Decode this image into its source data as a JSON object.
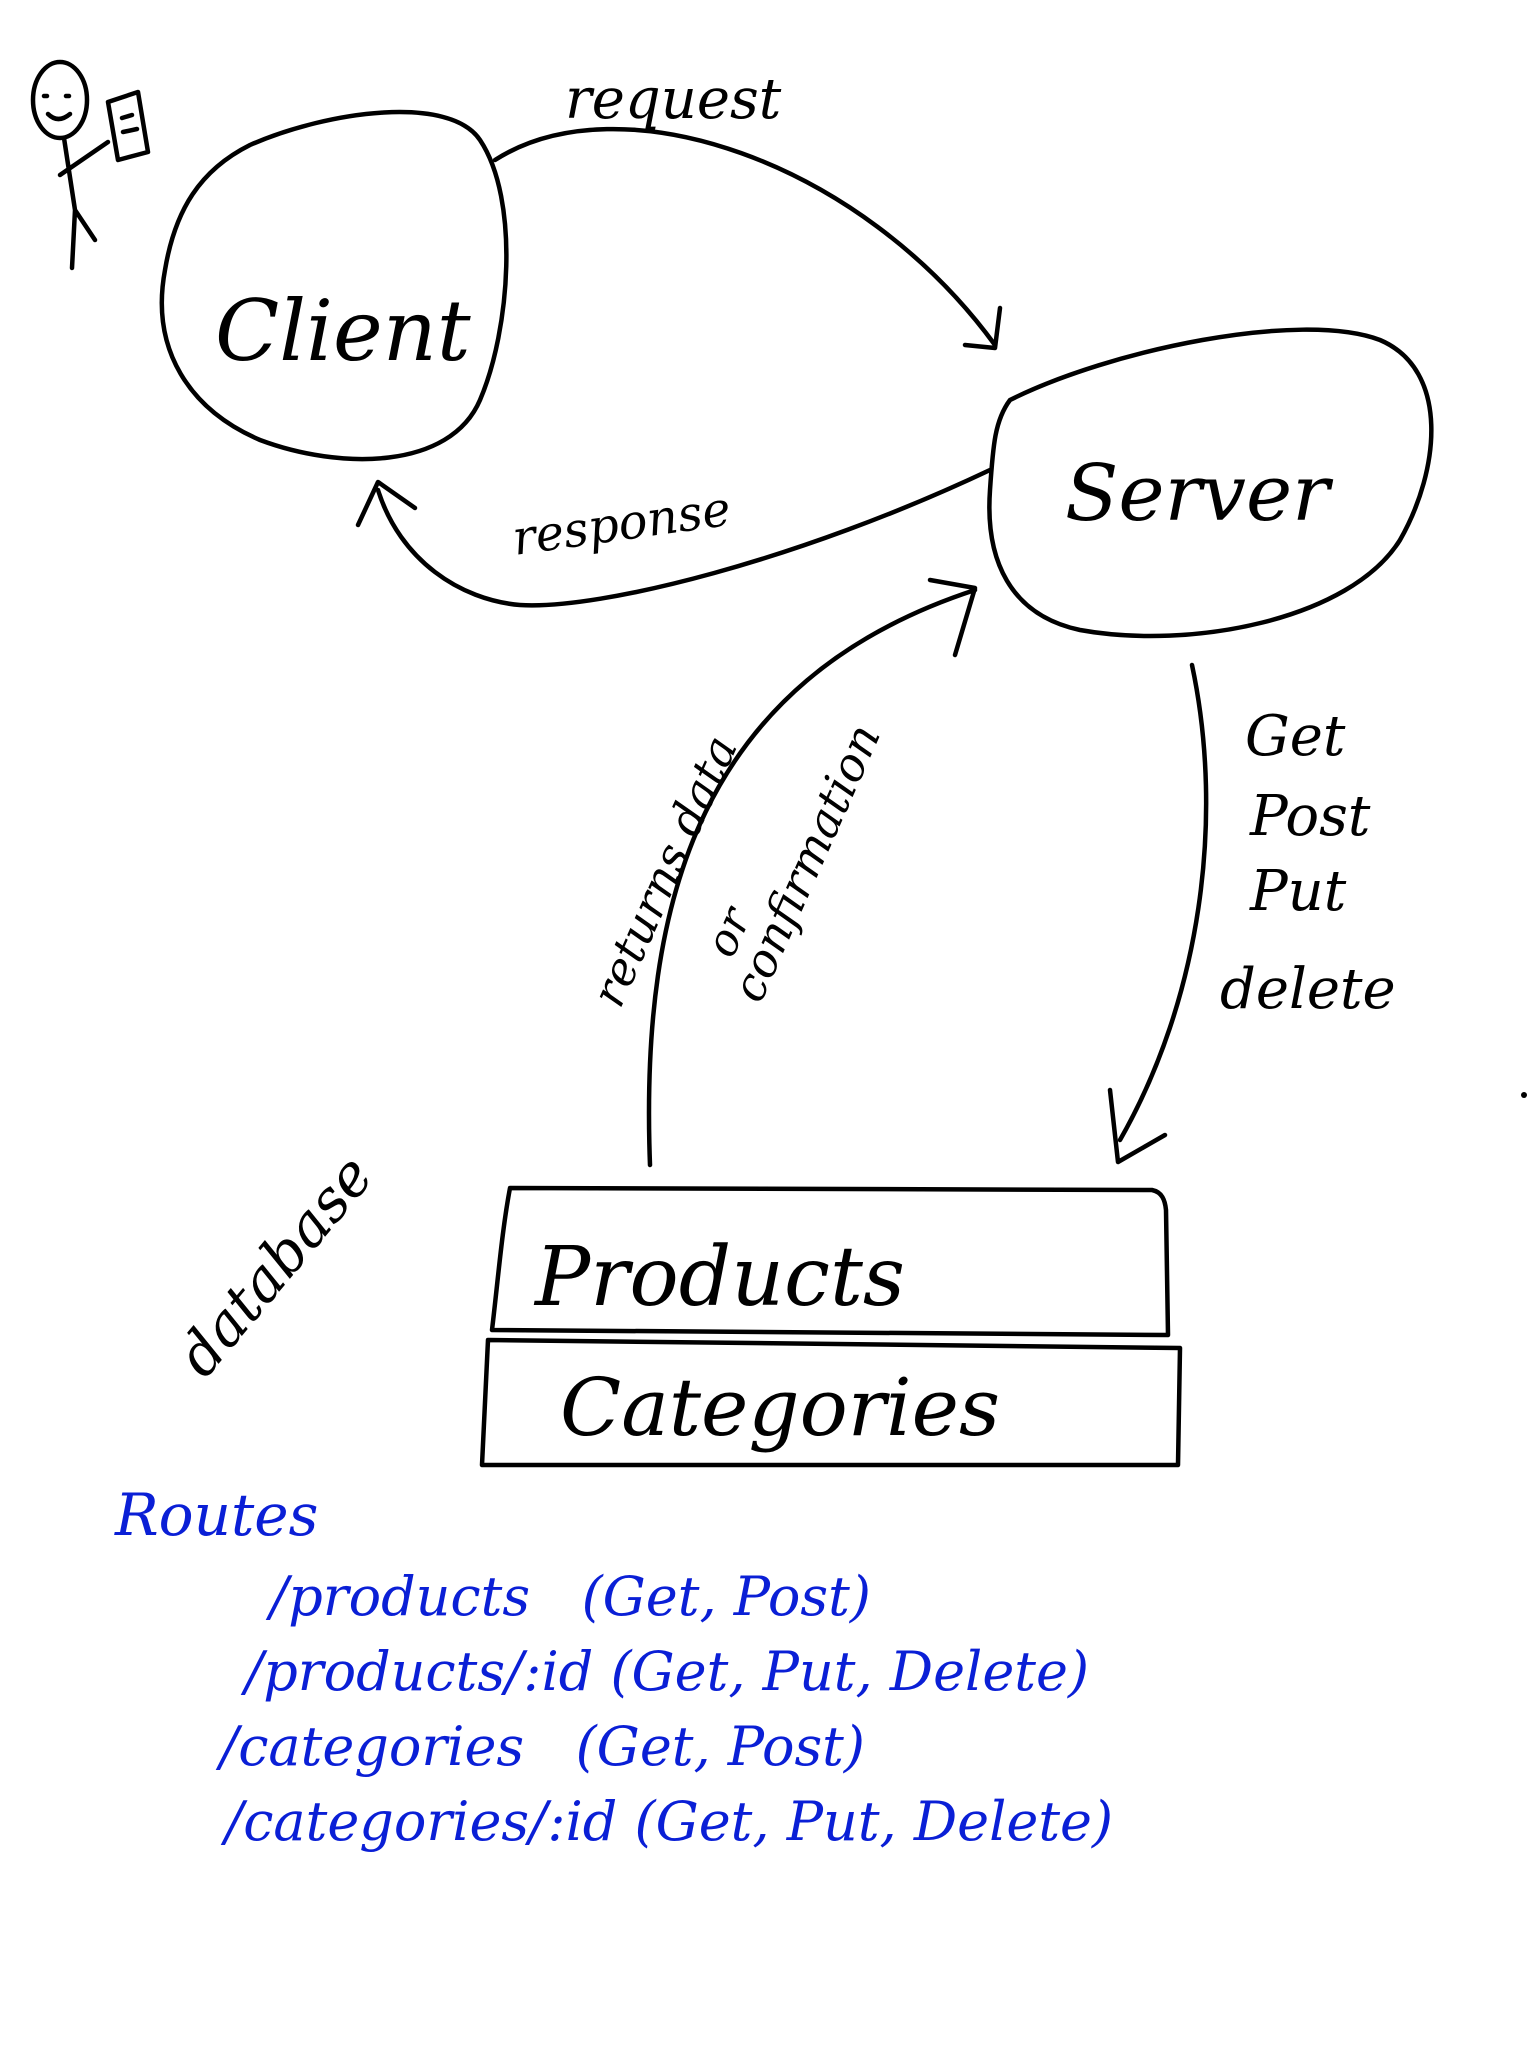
{
  "nodes": {
    "client": "Client",
    "server": "Server"
  },
  "edges": {
    "request": "request",
    "response": "response",
    "returns_1": "returns data",
    "returns_2": "or",
    "returns_3": "confirmation",
    "methods": [
      "Get",
      "Post",
      "Put",
      "delete"
    ]
  },
  "database": {
    "label": "database",
    "tables": [
      "Products",
      "Categories"
    ]
  },
  "routes": {
    "title": "Routes",
    "items": [
      "/products   (Get, Post)",
      "/products/:id (Get, Put, Delete)",
      "/categories   (Get, Post)",
      "/categories/:id (Get, Put, Delete)"
    ]
  },
  "colors": {
    "ink": "#000000",
    "routes": "#0a1fd6",
    "background": "#ffffff"
  }
}
